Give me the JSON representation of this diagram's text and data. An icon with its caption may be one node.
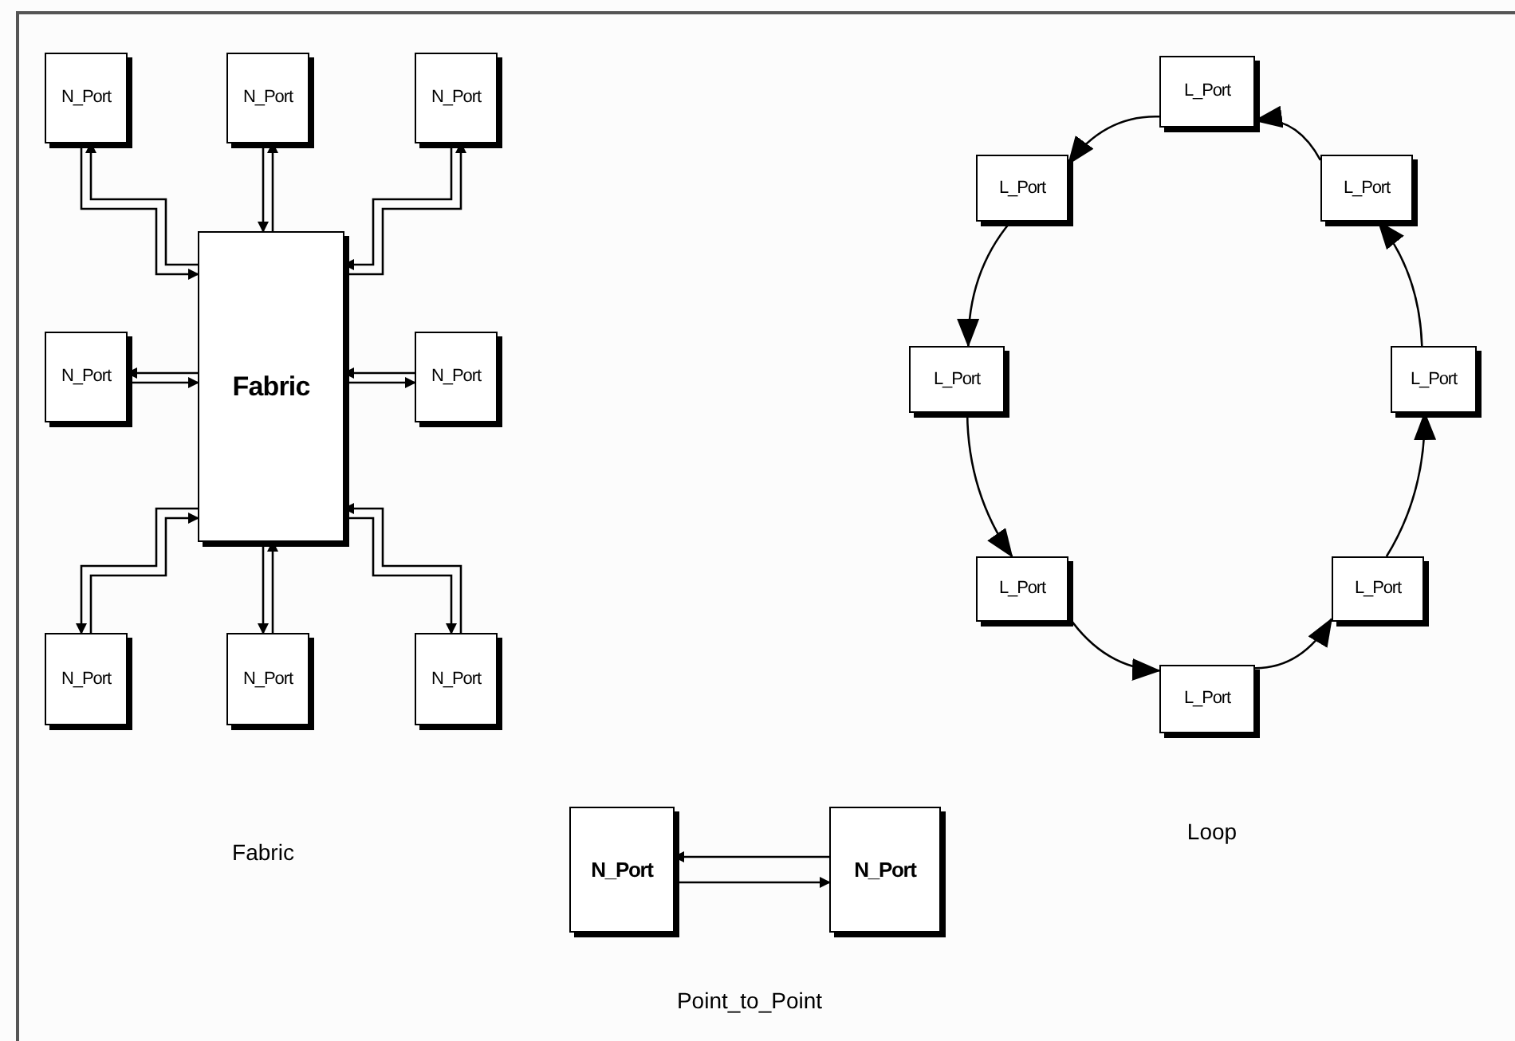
{
  "diagram": {
    "nodes": [
      {
        "text": [
          "Fabric"
        ]
      },
      {
        "text": [
          "N_Port"
        ]
      },
      {
        "text": [
          "N_Port"
        ]
      },
      {
        "text": [
          "N_Port"
        ]
      },
      {
        "text": [
          "N_Port"
        ]
      },
      {
        "text": [
          "N_Port"
        ]
      },
      {
        "text": [
          "N_Port"
        ]
      },
      {
        "text": [
          "N_Port"
        ]
      },
      {
        "text": [
          "N_Port"
        ]
      },
      {
        "text": [
          "L_Port"
        ]
      },
      {
        "text": [
          "L_Port"
        ]
      },
      {
        "text": [
          "L_Port"
        ]
      },
      {
        "text": [
          "L_Port"
        ]
      },
      {
        "text": [
          "L_Port"
        ]
      },
      {
        "text": [
          "L_Port"
        ]
      },
      {
        "text": [
          "L_Port"
        ]
      },
      {
        "text": [
          "L_Port"
        ]
      },
      {
        "text": [
          "N_Port"
        ]
      },
      {
        "text": [
          "N_Port"
        ]
      }
    ],
    "edges": [
      {
        "from": 0,
        "to": 1,
        "arrow": "to"
      },
      {
        "from": 1,
        "to": 0,
        "arrow": "to"
      },
      {
        "from": 0,
        "to": 2,
        "arrow": "to"
      },
      {
        "from": 2,
        "to": 0,
        "arrow": "to"
      },
      {
        "from": 0,
        "to": 3,
        "arrow": "to"
      },
      {
        "from": 3,
        "to": 0,
        "arrow": "to"
      },
      {
        "from": 0,
        "to": 4,
        "arrow": "to"
      },
      {
        "from": 4,
        "to": 0,
        "arrow": "to"
      },
      {
        "from": 0,
        "to": 5,
        "arrow": "to"
      },
      {
        "from": 5,
        "to": 0,
        "arrow": "to"
      },
      {
        "from": 0,
        "to": 6,
        "arrow": "to"
      },
      {
        "from": 6,
        "to": 0,
        "arrow": "to"
      },
      {
        "from": 0,
        "to": 7,
        "arrow": "to"
      },
      {
        "from": 7,
        "to": 0,
        "arrow": "to"
      },
      {
        "from": 0,
        "to": 8,
        "arrow": "to"
      },
      {
        "from": 8,
        "to": 0,
        "arrow": "to"
      },
      {
        "from": 9,
        "to": 10,
        "arrow": "to"
      },
      {
        "from": 10,
        "to": 12,
        "arrow": "to"
      },
      {
        "from": 12,
        "to": 14,
        "arrow": "to"
      },
      {
        "from": 14,
        "to": 16,
        "arrow": "to"
      },
      {
        "from": 16,
        "to": 15,
        "arrow": "to"
      },
      {
        "from": 15,
        "to": 13,
        "arrow": "to"
      },
      {
        "from": 13,
        "to": 11,
        "arrow": "to"
      },
      {
        "from": 11,
        "to": 9,
        "arrow": "to"
      },
      {
        "from": 18,
        "to": 17,
        "arrow": "to"
      },
      {
        "from": 17,
        "to": 18,
        "arrow": "to"
      }
    ],
    "labels": [
      "Fabric",
      "Loop",
      "Point_to_Point"
    ]
  }
}
